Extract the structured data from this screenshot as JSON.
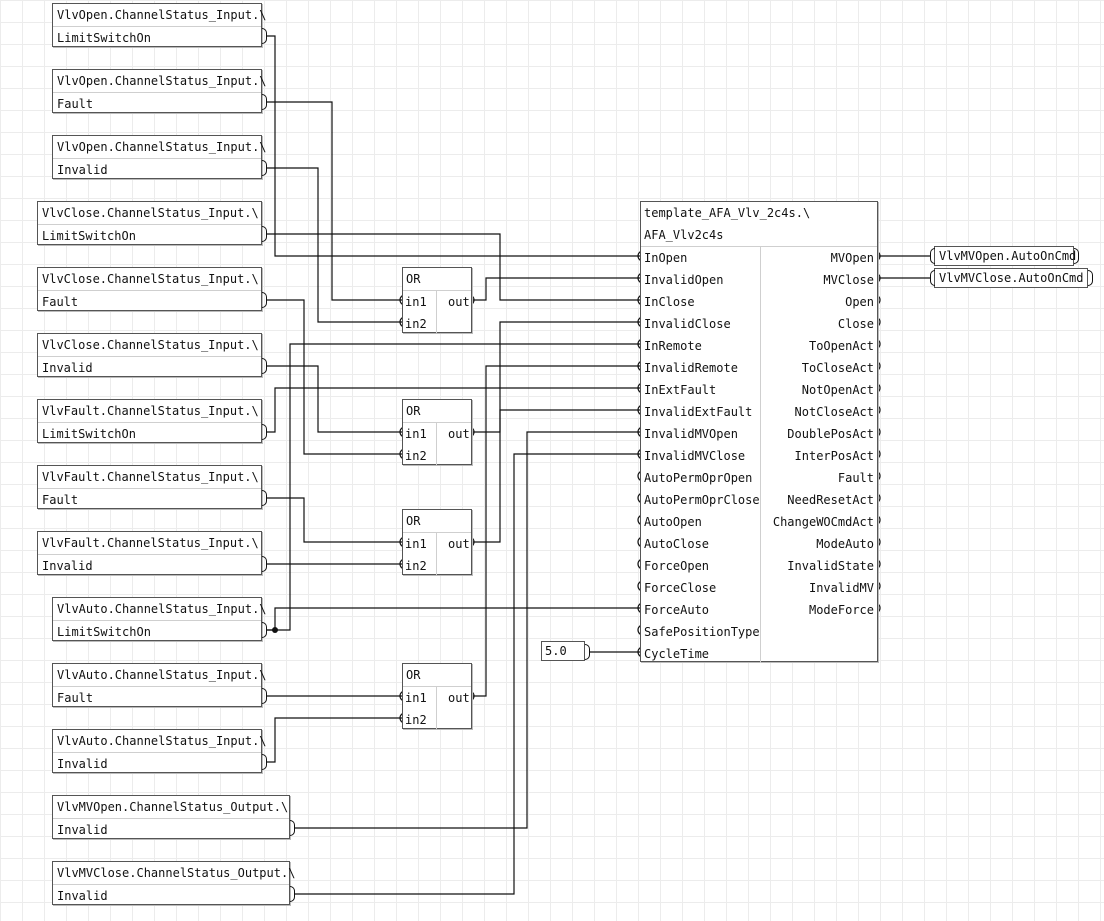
{
  "inputs": [
    {
      "line1": "VlvOpen.ChannelStatus_Input.\\",
      "line2": "LimitSwitchOn"
    },
    {
      "line1": "VlvOpen.ChannelStatus_Input.\\",
      "line2": "Fault"
    },
    {
      "line1": "VlvOpen.ChannelStatus_Input.\\",
      "line2": "Invalid"
    },
    {
      "line1": "VlvClose.ChannelStatus_Input.\\",
      "line2": "LimitSwitchOn"
    },
    {
      "line1": "VlvClose.ChannelStatus_Input.\\",
      "line2": "Fault"
    },
    {
      "line1": "VlvClose.ChannelStatus_Input.\\",
      "line2": "Invalid"
    },
    {
      "line1": "VlvFault.ChannelStatus_Input.\\",
      "line2": "LimitSwitchOn"
    },
    {
      "line1": "VlvFault.ChannelStatus_Input.\\",
      "line2": "Fault"
    },
    {
      "line1": "VlvFault.ChannelStatus_Input.\\",
      "line2": "Invalid"
    },
    {
      "line1": "VlvAuto.ChannelStatus_Input.\\",
      "line2": "LimitSwitchOn"
    },
    {
      "line1": "VlvAuto.ChannelStatus_Input.\\",
      "line2": "Fault"
    },
    {
      "line1": "VlvAuto.ChannelStatus_Input.\\",
      "line2": "Invalid"
    },
    {
      "line1": "VlvMVOpen.ChannelStatus_Output.\\",
      "line2": "Invalid"
    },
    {
      "line1": "VlvMVClose.ChannelStatus_Output.\\",
      "line2": "Invalid"
    }
  ],
  "gates": [
    {
      "title": "OR",
      "in1": "in1",
      "in2": "in2",
      "out": "out"
    },
    {
      "title": "OR",
      "in1": "in1",
      "in2": "in2",
      "out": "out"
    },
    {
      "title": "OR",
      "in1": "in1",
      "in2": "in2",
      "out": "out"
    },
    {
      "title": "OR",
      "in1": "in1",
      "in2": "in2",
      "out": "out"
    }
  ],
  "function_block": {
    "title1": "template_AFA_Vlv_2c4s.\\",
    "title2": "AFA_Vlv2c4s",
    "inputs": [
      "InOpen",
      "InvalidOpen",
      "InClose",
      "InvalidClose",
      "InRemote",
      "InvalidRemote",
      "InExtFault",
      "InvalidExtFault",
      "InvalidMVOpen",
      "InvalidMVClose",
      "AutoPermOprOpen",
      "AutoPermOprClose",
      "AutoOpen",
      "AutoClose",
      "ForceOpen",
      "ForceClose",
      "ForceAuto",
      "SafePositionType",
      "CycleTime"
    ],
    "outputs": [
      "MVOpen",
      "MVClose",
      "Open",
      "Close",
      "ToOpenAct",
      "ToCloseAct",
      "NotOpenAct",
      "NotCloseAct",
      "DoublePosAct",
      "InterPosAct",
      "Fault",
      "NeedResetAct",
      "ChangeWOCmdAct",
      "ModeAuto",
      "InvalidState",
      "InvalidMV",
      "ModeForce"
    ]
  },
  "outputs": [
    {
      "label": "VlvMVOpen.AutoOnCmd"
    },
    {
      "label": "VlvMVClose.AutoOnCmd"
    }
  ],
  "constant": {
    "value": "5.0"
  }
}
